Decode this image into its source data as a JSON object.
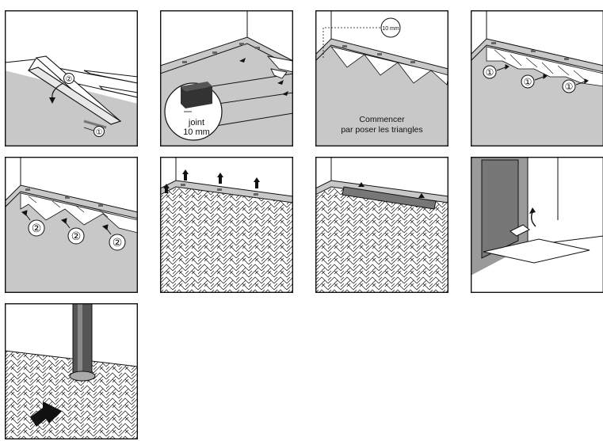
{
  "panels": [
    {
      "id": 1,
      "callouts": [
        "②",
        "①"
      ]
    },
    {
      "id": 2,
      "joint_line1": "joint",
      "joint_line2": "10 mm"
    },
    {
      "id": 3,
      "gap_label": "10 mm",
      "caption_line1": "Commencer",
      "caption_line2": "par poser les triangles"
    },
    {
      "id": 4,
      "markers": [
        "①",
        "①",
        "①"
      ]
    },
    {
      "id": 5,
      "markers": [
        "②",
        "②",
        "②"
      ]
    },
    {
      "id": 6
    },
    {
      "id": 7
    },
    {
      "id": 8
    },
    {
      "id": 9
    }
  ],
  "colors": {
    "floor_gray": "#c8c8c8",
    "line": "#111111",
    "wall": "#ffffff",
    "door_gray": "#777777",
    "pipe_dark": "#555555"
  }
}
